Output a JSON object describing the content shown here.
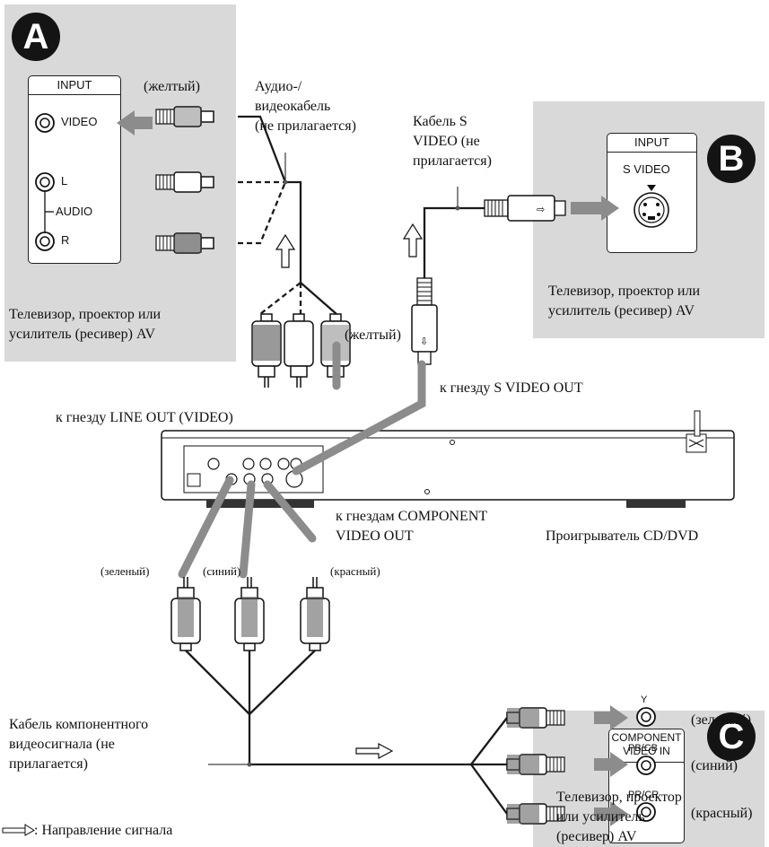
{
  "panels": {
    "A": {
      "badge": "A",
      "header": "INPUT",
      "jack_video": "VIDEO",
      "jack_l": "L",
      "jack_audio": "AUDIO",
      "jack_r": "R",
      "caption_line1": "Телевизор, проектор или",
      "caption_line2": "усилитель (ресивер) AV"
    },
    "B": {
      "badge": "B",
      "header": "INPUT",
      "jack_svideo": "S VIDEO",
      "caption_line1": "Телевизор, проектор или",
      "caption_line2": "усилитель (ресивер) AV"
    },
    "C": {
      "badge": "C",
      "header_line1": "COMPONENT",
      "header_line2": "VIDEO IN",
      "jack_y": "Y",
      "jack_pb": "PB/CB",
      "jack_pr": "PR/CR",
      "caption_line1": "Телевизор, проектор",
      "caption_line2": "или усилитель",
      "caption_line3": "(ресивер) AV"
    }
  },
  "labels": {
    "yellow_top": "(желтый)",
    "av_cable_line1": "Аудио-/",
    "av_cable_line2": "видеокабель",
    "av_cable_line3": "(не прилагается)",
    "svideo_cable_line1": "Кабель S",
    "svideo_cable_line2": "VIDEO (не",
    "svideo_cable_line3": "прилагается)",
    "yellow_mid": "(желтый)",
    "to_svideo_out": "к гнезду S VIDEO OUT",
    "to_line_out": "к гнезду LINE OUT (VIDEO)",
    "to_component_out_line1": "к гнездам COMPONENT",
    "to_component_out_line2": "VIDEO OUT",
    "player": "Проигрыватель CD/DVD",
    "green_left": "(зеленый)",
    "blue_left": "(синий)",
    "red_left": "(красный)",
    "component_cable_line1": "Кабель компонентного",
    "component_cable_line2": "видеосигнала (не",
    "component_cable_line3": "прилагается)",
    "green_right": "(зеленый)",
    "blue_right": "(синий)",
    "red_right": "(красный)",
    "legend": ": Направление сигнала"
  },
  "colors": {
    "panel_bg": "#d9d9d9",
    "arrow_gray": "#8c8c8c",
    "cable": "#1a1a1a"
  }
}
